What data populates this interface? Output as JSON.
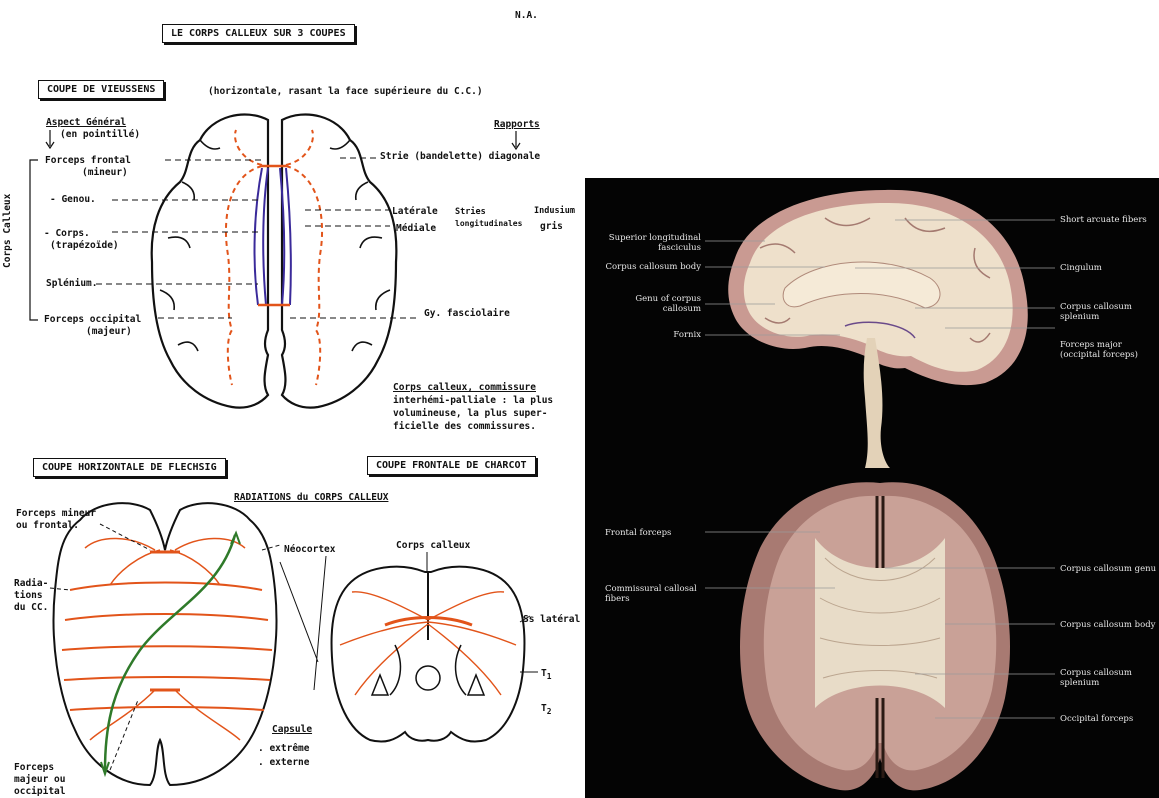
{
  "header": {
    "title": "LE CORPS CALLEUX SUR  3 COUPES",
    "author": "N.A."
  },
  "vieussens": {
    "title": "COUPE DE VIEUSSENS",
    "subtitle": "(horizontale, rasant la face supérieure du C.C.)",
    "aspect_general": "Aspect Général",
    "en_pointille": "(en pointillé)",
    "rapports": "Rapports",
    "corps_calleux_vertical": "Corps Calleux",
    "left_labels": {
      "forceps_frontal": "Forceps frontal",
      "mineur": "(mineur)",
      "genou": "- Genou.",
      "corps": "- Corps.",
      "trapezoide": "(trapézoïde)",
      "splenium": "Splénium.",
      "forceps_occipital": "Forceps occipital",
      "majeur": "(majeur)"
    },
    "right_labels": {
      "strie": "Strie (bandelette) diagonale",
      "laterale": "Latérale",
      "mediale": "Médiale",
      "stries": "Stries",
      "longitudinales": "longitudinales",
      "indusium": "Indusium",
      "gris": "gris",
      "gy_fasciolaire": "Gy. fasciolaire"
    },
    "note": [
      "Corps calleux,  commissure",
      "interhémi-palliale : la plus",
      "volumineuse, la plus super-",
      "ficielle des commissures."
    ]
  },
  "flechsig": {
    "title": "COUPE HORIZONTALE DE FLECHSIG",
    "radiations_title": "RADIATIONS du CORPS CALLEUX",
    "forceps_mineur": [
      "Forceps mineur",
      "ou  frontal."
    ],
    "radiations": [
      "Radia-",
      "tions",
      "du CC."
    ],
    "neocortex": "Néocortex",
    "forceps_majeur": [
      "Forceps",
      "majeur ou",
      "occipital"
    ],
    "capsule": "Capsule",
    "extreme": ". extrême",
    "externe": ". externe"
  },
  "charcot": {
    "title": "COUPE FRONTALE DE CHARCOT",
    "corps_calleux": "Corps calleux",
    "v_lateral": "Ss latéral",
    "t1": "T",
    "t1_sub": "1",
    "t2": "T",
    "t2_sub": "2"
  },
  "photo": {
    "sagittal_left": [
      [
        "Superior longitudinal",
        "fasciculus"
      ],
      [
        "Corpus callosum body"
      ],
      [
        "Genu of corpus",
        "callosum"
      ],
      [
        "Fornix"
      ]
    ],
    "sagittal_right": [
      [
        "Short arcuate fibers"
      ],
      [
        "Cingulum"
      ],
      [
        "Corpus callosum",
        "splenium"
      ],
      [
        "Forceps major",
        "(occipital forceps)"
      ]
    ],
    "axial_left": [
      [
        "Frontal forceps"
      ],
      [
        "Commissural callosal",
        "fibers"
      ]
    ],
    "axial_right": [
      [
        "Corpus callosum genu"
      ],
      [
        "Corpus callosum body"
      ],
      [
        "Corpus callosum",
        "splenium"
      ],
      [
        "Occipital forceps"
      ]
    ]
  },
  "colors": {
    "orange": "#e2541a",
    "purple": "#3a2a9a",
    "green": "#2f7a2a",
    "brain_pink": "#c99a92",
    "brain_cream": "#eee0cb"
  }
}
